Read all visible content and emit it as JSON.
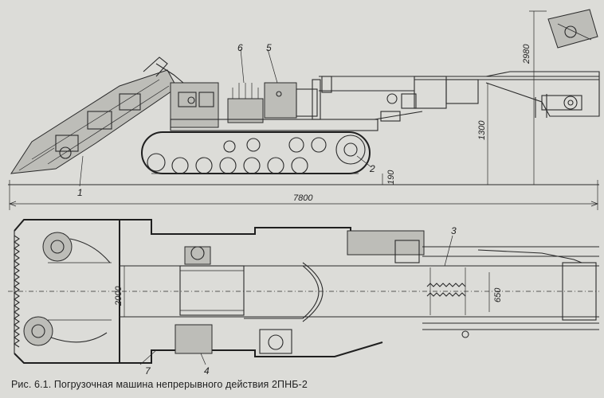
{
  "caption": "Рис. 6.1. Погрузочная машина непрерывного действия 2ПНБ-2",
  "callouts": {
    "n1": "1",
    "n2": "2",
    "n3": "3",
    "n4": "4",
    "n5": "5",
    "n6": "6",
    "n7": "7"
  },
  "dimensions": {
    "overall_length": "7800",
    "height_1300": "1300",
    "height_2980": "2980",
    "clearance_190": "190",
    "width_2000": "2000",
    "width_650": "650"
  }
}
